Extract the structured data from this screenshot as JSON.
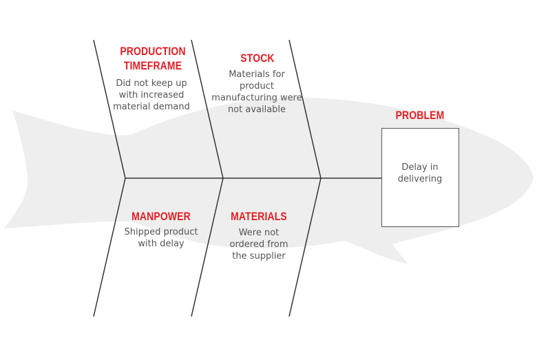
{
  "colors": {
    "accent": "#e31e24",
    "text": "#555555",
    "lines": "#333333",
    "fish": "#eeeeee"
  },
  "causes": {
    "production_timeframe": {
      "title": "PRODUCTION TIMEFRAME",
      "description": "Did not keep up with increased material demand"
    },
    "stock": {
      "title": "STOCK",
      "description": "Materials for product manufacturing were not available"
    },
    "manpower": {
      "title": "MANPOWER",
      "description": "Shipped product with delay"
    },
    "materials": {
      "title": "MATERIALS",
      "description": "Were not ordered from the supplier"
    }
  },
  "problem": {
    "title": "PROBLEM",
    "description": "Delay in delivering"
  }
}
